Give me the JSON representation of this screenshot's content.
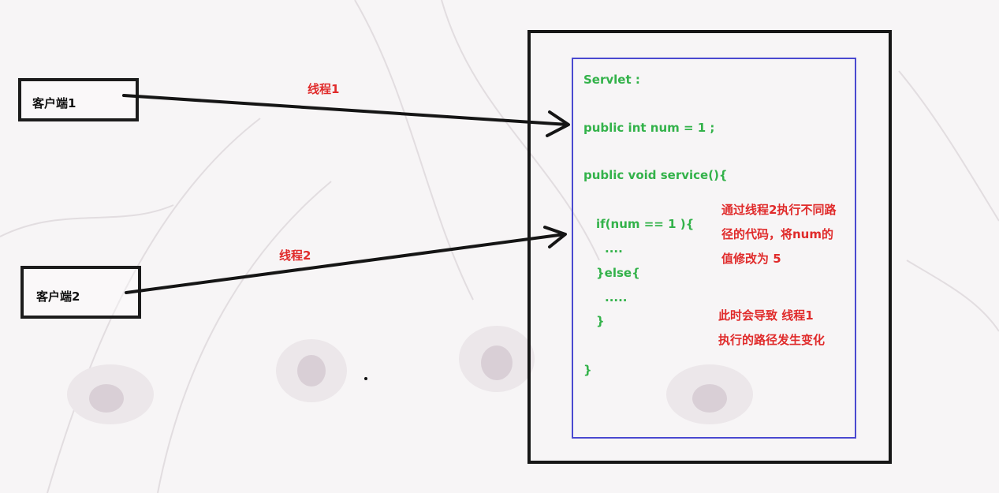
{
  "clients": [
    {
      "label": "客户端1"
    },
    {
      "label": "客户端2"
    }
  ],
  "threads": [
    {
      "label": "线程1"
    },
    {
      "label": "线程2"
    }
  ],
  "code_lines": [
    "Servlet :",
    "public int num = 1 ;",
    "public void service(){",
    "if(num == 1 ){",
    "....",
    "}else{",
    ".....",
    "}",
    "}"
  ],
  "notes": {
    "note1_lines": [
      "通过线程2执行不同路",
      "径的代码，将num的",
      "值修改为 5"
    ],
    "note2_lines": [
      "此时会导致 线程1",
      "执行的路径发生变化"
    ]
  },
  "colors": {
    "code": "#33b24a",
    "note": "#e02b2b",
    "inner_border": "#4a49d0",
    "box_border": "#161616"
  }
}
